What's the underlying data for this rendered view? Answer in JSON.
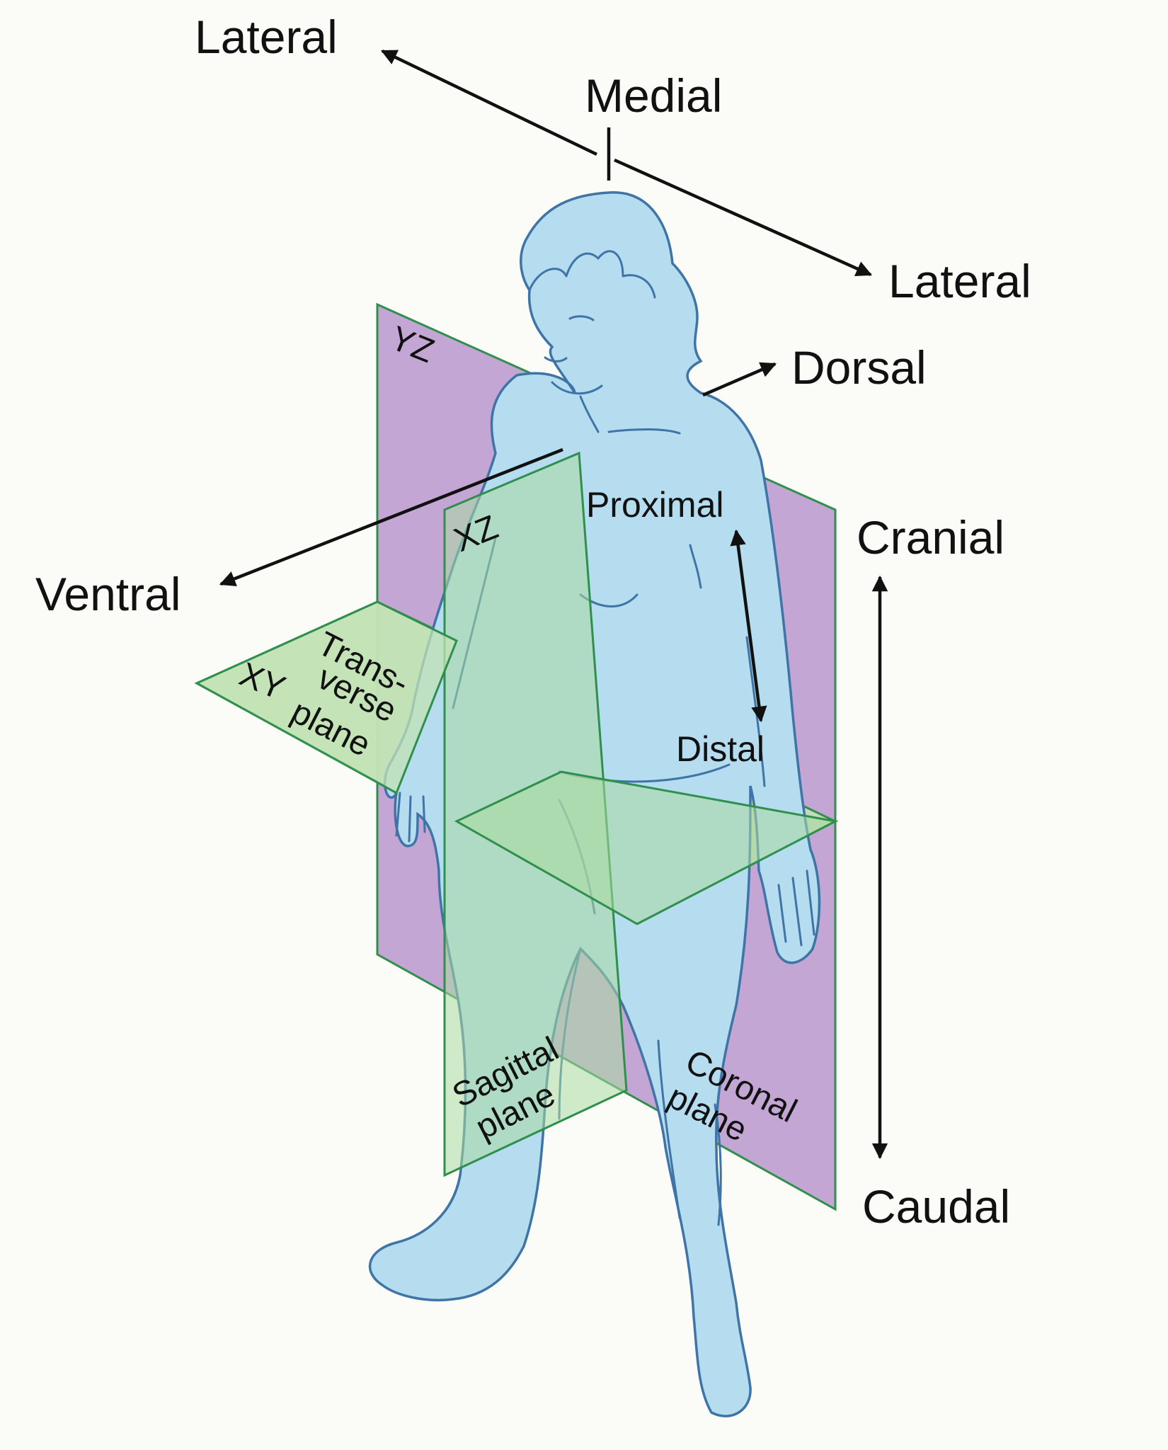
{
  "labels": {
    "lateral_left": "Lateral",
    "medial": "Medial",
    "lateral_right": "Lateral",
    "dorsal": "Dorsal",
    "ventral": "Ventral",
    "cranial": "Cranial",
    "caudal": "Caudal",
    "proximal": "Proximal",
    "distal": "Distal",
    "yz": "YZ",
    "xz": "XZ",
    "xy": "XY",
    "transverse_1": "Trans-",
    "transverse_2": "verse",
    "transverse_3": "plane",
    "sagittal_1": "Sagittal",
    "sagittal_2": "plane",
    "coronal_1": "Coronal",
    "coronal_2": "plane"
  },
  "colors": {
    "background": "#fbfcf8",
    "body_fill": "#b5dcef",
    "body_outline": "#3f74a6",
    "plane_purple": "#c4a6d4",
    "plane_green": "#a9dba0",
    "plane_edge": "#2f8f4c",
    "arrow": "#111111"
  }
}
